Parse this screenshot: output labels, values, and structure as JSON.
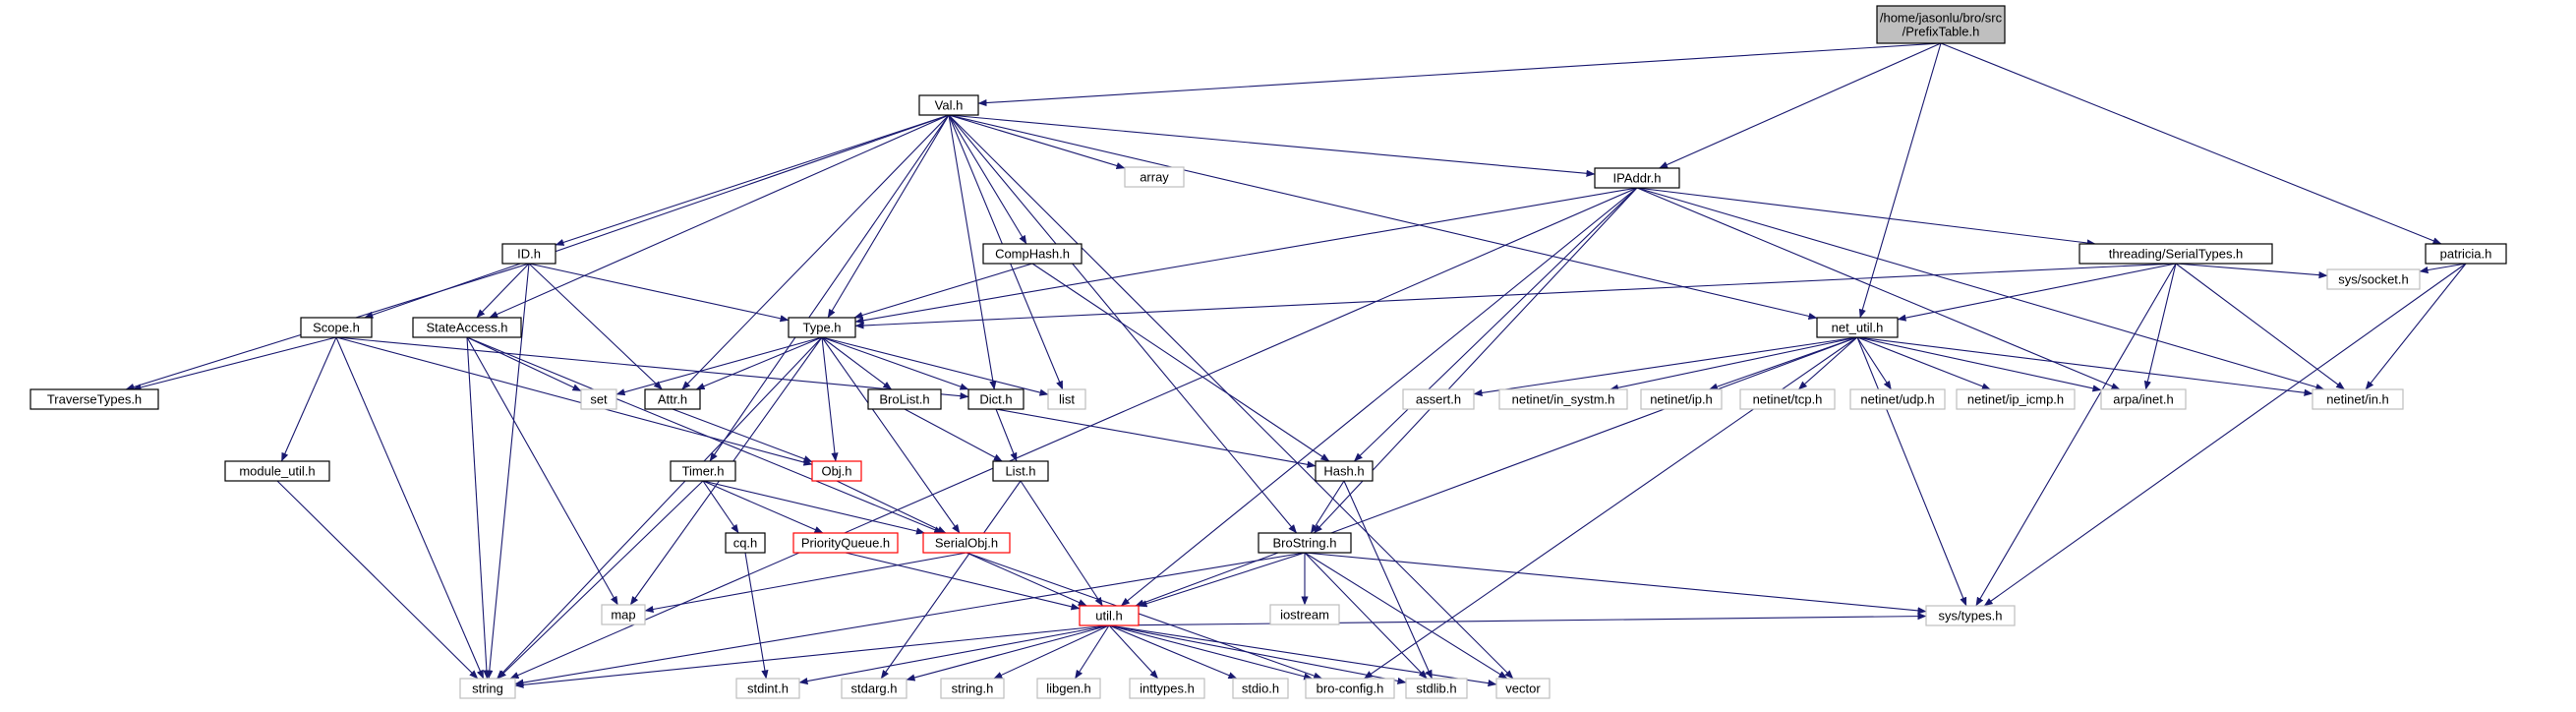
{
  "colors": {
    "edge": "#191970",
    "box_border": "#000000",
    "root_fill": "#bfbfbf",
    "missing_border": "#bfbfbf",
    "missing_text": "#808080",
    "truncated_border": "#ff0000",
    "box_fill": "#ffffff"
  },
  "nodes": [
    {
      "id": "prefix",
      "label": [
        "/home/jasonlu/bro/src",
        "/PrefixTable.h"
      ],
      "kind": "root"
    },
    {
      "id": "val",
      "label": [
        "Val.h"
      ],
      "kind": "normal"
    },
    {
      "id": "ipaddr",
      "label": [
        "IPAddr.h"
      ],
      "kind": "normal"
    },
    {
      "id": "patricia",
      "label": [
        "patricia.h"
      ],
      "kind": "normal"
    },
    {
      "id": "array",
      "label": [
        "array"
      ],
      "kind": "missing"
    },
    {
      "id": "id",
      "label": [
        "ID.h"
      ],
      "kind": "normal"
    },
    {
      "id": "comphash",
      "label": [
        "CompHash.h"
      ],
      "kind": "normal"
    },
    {
      "id": "serialtypes",
      "label": [
        "threading/SerialTypes.h"
      ],
      "kind": "normal"
    },
    {
      "id": "syssocket",
      "label": [
        "sys/socket.h"
      ],
      "kind": "missing"
    },
    {
      "id": "scope",
      "label": [
        "Scope.h"
      ],
      "kind": "normal"
    },
    {
      "id": "stateaccess",
      "label": [
        "StateAccess.h"
      ],
      "kind": "normal"
    },
    {
      "id": "type",
      "label": [
        "Type.h"
      ],
      "kind": "normal"
    },
    {
      "id": "netutil",
      "label": [
        "net_util.h"
      ],
      "kind": "normal"
    },
    {
      "id": "traverse",
      "label": [
        "TraverseTypes.h"
      ],
      "kind": "normal"
    },
    {
      "id": "set",
      "label": [
        "set"
      ],
      "kind": "missing"
    },
    {
      "id": "attr",
      "label": [
        "Attr.h"
      ],
      "kind": "normal"
    },
    {
      "id": "brolist",
      "label": [
        "BroList.h"
      ],
      "kind": "normal"
    },
    {
      "id": "dict",
      "label": [
        "Dict.h"
      ],
      "kind": "normal"
    },
    {
      "id": "list",
      "label": [
        "list"
      ],
      "kind": "missing"
    },
    {
      "id": "assert",
      "label": [
        "assert.h"
      ],
      "kind": "missing"
    },
    {
      "id": "in_systm",
      "label": [
        "netinet/in_systm.h"
      ],
      "kind": "missing"
    },
    {
      "id": "ip",
      "label": [
        "netinet/ip.h"
      ],
      "kind": "missing"
    },
    {
      "id": "tcp",
      "label": [
        "netinet/tcp.h"
      ],
      "kind": "missing"
    },
    {
      "id": "udp",
      "label": [
        "netinet/udp.h"
      ],
      "kind": "missing"
    },
    {
      "id": "icmp",
      "label": [
        "netinet/ip_icmp.h"
      ],
      "kind": "missing"
    },
    {
      "id": "arpa",
      "label": [
        "arpa/inet.h"
      ],
      "kind": "missing"
    },
    {
      "id": "netin",
      "label": [
        "netinet/in.h"
      ],
      "kind": "missing"
    },
    {
      "id": "module",
      "label": [
        "module_util.h"
      ],
      "kind": "normal"
    },
    {
      "id": "timer",
      "label": [
        "Timer.h"
      ],
      "kind": "normal"
    },
    {
      "id": "obj",
      "label": [
        "Obj.h"
      ],
      "kind": "truncated"
    },
    {
      "id": "listh",
      "label": [
        "List.h"
      ],
      "kind": "normal"
    },
    {
      "id": "hash",
      "label": [
        "Hash.h"
      ],
      "kind": "normal"
    },
    {
      "id": "cq",
      "label": [
        "cq.h"
      ],
      "kind": "normal"
    },
    {
      "id": "pq",
      "label": [
        "PriorityQueue.h"
      ],
      "kind": "truncated"
    },
    {
      "id": "serialobj",
      "label": [
        "SerialObj.h"
      ],
      "kind": "truncated"
    },
    {
      "id": "brostring",
      "label": [
        "BroString.h"
      ],
      "kind": "normal"
    },
    {
      "id": "map",
      "label": [
        "map"
      ],
      "kind": "missing"
    },
    {
      "id": "iostream",
      "label": [
        "iostream"
      ],
      "kind": "missing"
    },
    {
      "id": "util",
      "label": [
        "util.h"
      ],
      "kind": "truncated"
    },
    {
      "id": "systypes",
      "label": [
        "sys/types.h"
      ],
      "kind": "missing"
    },
    {
      "id": "string",
      "label": [
        "string"
      ],
      "kind": "missing"
    },
    {
      "id": "stdint",
      "label": [
        "stdint.h"
      ],
      "kind": "missing"
    },
    {
      "id": "stdarg",
      "label": [
        "stdarg.h"
      ],
      "kind": "missing"
    },
    {
      "id": "stringh",
      "label": [
        "string.h"
      ],
      "kind": "missing"
    },
    {
      "id": "libgen",
      "label": [
        "libgen.h"
      ],
      "kind": "missing"
    },
    {
      "id": "inttypes",
      "label": [
        "inttypes.h"
      ],
      "kind": "missing"
    },
    {
      "id": "stdio",
      "label": [
        "stdio.h"
      ],
      "kind": "missing"
    },
    {
      "id": "broconfig",
      "label": [
        "bro-config.h"
      ],
      "kind": "missing"
    },
    {
      "id": "stdlib",
      "label": [
        "stdlib.h"
      ],
      "kind": "missing"
    },
    {
      "id": "vector",
      "label": [
        "vector"
      ],
      "kind": "missing"
    }
  ],
  "edges": [
    [
      "prefix",
      "val"
    ],
    [
      "prefix",
      "ipaddr"
    ],
    [
      "prefix",
      "netutil"
    ],
    [
      "prefix",
      "patricia"
    ],
    [
      "val",
      "array"
    ],
    [
      "val",
      "id"
    ],
    [
      "val",
      "comphash"
    ],
    [
      "val",
      "ipaddr"
    ],
    [
      "val",
      "scope"
    ],
    [
      "val",
      "stateaccess"
    ],
    [
      "val",
      "type"
    ],
    [
      "val",
      "attr"
    ],
    [
      "val",
      "dict"
    ],
    [
      "val",
      "list"
    ],
    [
      "val",
      "netutil"
    ],
    [
      "val",
      "timer"
    ],
    [
      "val",
      "brostring"
    ],
    [
      "val",
      "vector"
    ],
    [
      "ipaddr",
      "serialtypes"
    ],
    [
      "ipaddr",
      "type"
    ],
    [
      "ipaddr",
      "string"
    ],
    [
      "ipaddr",
      "arpa"
    ],
    [
      "ipaddr",
      "netin"
    ],
    [
      "ipaddr",
      "hash"
    ],
    [
      "ipaddr",
      "brostring"
    ],
    [
      "ipaddr",
      "util"
    ],
    [
      "patricia",
      "syssocket"
    ],
    [
      "patricia",
      "netin"
    ],
    [
      "patricia",
      "systypes"
    ],
    [
      "id",
      "type"
    ],
    [
      "id",
      "attr"
    ],
    [
      "id",
      "stateaccess"
    ],
    [
      "id",
      "traverse"
    ],
    [
      "id",
      "string"
    ],
    [
      "comphash",
      "type"
    ],
    [
      "comphash",
      "hash"
    ],
    [
      "serialtypes",
      "type"
    ],
    [
      "serialtypes",
      "netutil"
    ],
    [
      "serialtypes",
      "syssocket"
    ],
    [
      "serialtypes",
      "arpa"
    ],
    [
      "serialtypes",
      "netin"
    ],
    [
      "serialtypes",
      "systypes"
    ],
    [
      "scope",
      "traverse"
    ],
    [
      "scope",
      "dict"
    ],
    [
      "scope",
      "obj"
    ],
    [
      "scope",
      "module"
    ],
    [
      "scope",
      "string"
    ],
    [
      "stateaccess",
      "set"
    ],
    [
      "stateaccess",
      "serialobj"
    ],
    [
      "stateaccess",
      "map"
    ],
    [
      "stateaccess",
      "string"
    ],
    [
      "type",
      "set"
    ],
    [
      "type",
      "attr"
    ],
    [
      "type",
      "brolist"
    ],
    [
      "type",
      "dict"
    ],
    [
      "type",
      "list"
    ],
    [
      "type",
      "obj"
    ],
    [
      "type",
      "map"
    ],
    [
      "type",
      "string"
    ],
    [
      "type",
      "serialobj"
    ],
    [
      "netutil",
      "assert"
    ],
    [
      "netutil",
      "in_systm"
    ],
    [
      "netutil",
      "ip"
    ],
    [
      "netutil",
      "tcp"
    ],
    [
      "netutil",
      "udp"
    ],
    [
      "netutil",
      "icmp"
    ],
    [
      "netutil",
      "arpa"
    ],
    [
      "netutil",
      "netin"
    ],
    [
      "netutil",
      "util"
    ],
    [
      "netutil",
      "broconfig"
    ],
    [
      "netutil",
      "systypes"
    ],
    [
      "attr",
      "obj"
    ],
    [
      "brolist",
      "listh"
    ],
    [
      "dict",
      "listh"
    ],
    [
      "dict",
      "hash"
    ],
    [
      "module",
      "string"
    ],
    [
      "timer",
      "cq"
    ],
    [
      "timer",
      "pq"
    ],
    [
      "timer",
      "serialobj"
    ],
    [
      "timer",
      "string"
    ],
    [
      "obj",
      "serialobj"
    ],
    [
      "listh",
      "util"
    ],
    [
      "listh",
      "stdarg"
    ],
    [
      "hash",
      "brostring"
    ],
    [
      "hash",
      "stdlib"
    ],
    [
      "cq",
      "stdint"
    ],
    [
      "pq",
      "util"
    ],
    [
      "serialobj",
      "util"
    ],
    [
      "serialobj",
      "map"
    ],
    [
      "serialobj",
      "broconfig"
    ],
    [
      "brostring",
      "iostream"
    ],
    [
      "brostring",
      "util"
    ],
    [
      "brostring",
      "string"
    ],
    [
      "brostring",
      "vector"
    ],
    [
      "brostring",
      "stdlib"
    ],
    [
      "brostring",
      "systypes"
    ],
    [
      "util",
      "string"
    ],
    [
      "util",
      "stdint"
    ],
    [
      "util",
      "stdarg"
    ],
    [
      "util",
      "stringh"
    ],
    [
      "util",
      "libgen"
    ],
    [
      "util",
      "inttypes"
    ],
    [
      "util",
      "stdio"
    ],
    [
      "util",
      "broconfig"
    ],
    [
      "util",
      "stdlib"
    ],
    [
      "util",
      "vector"
    ],
    [
      "util",
      "systypes"
    ]
  ]
}
